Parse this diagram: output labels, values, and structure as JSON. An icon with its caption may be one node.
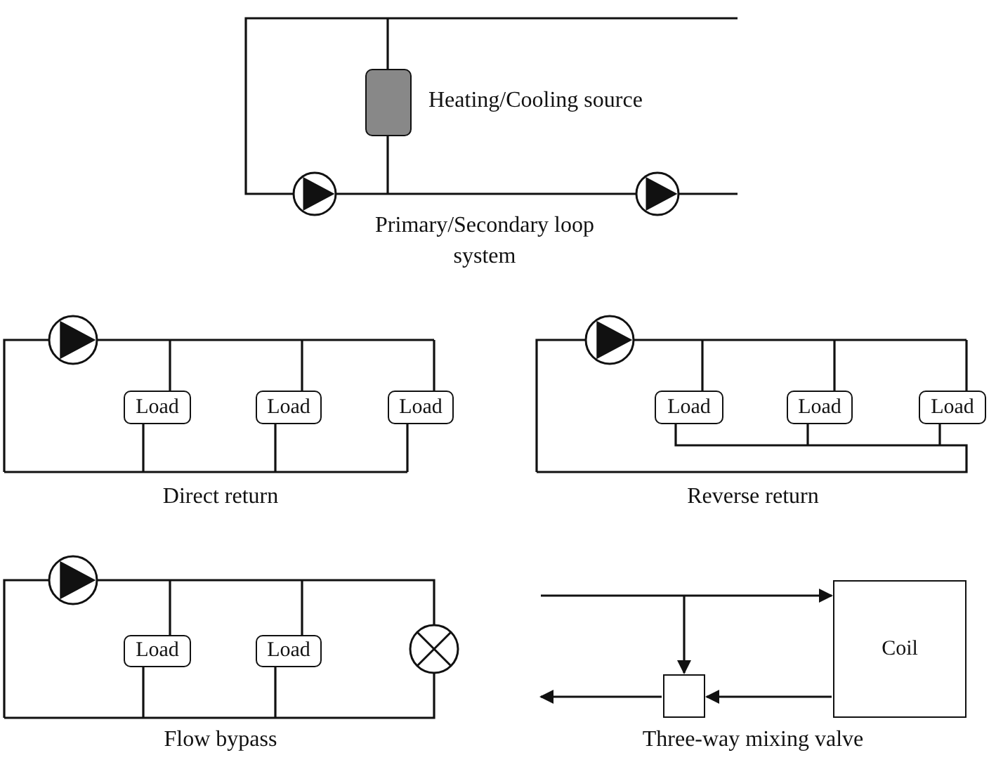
{
  "diagram": {
    "nodes": [
      {
        "text": [],
        "shape": "box",
        "beside": [
          "Heating/Cooling source"
        ]
      },
      {
        "text": [
          "Load"
        ]
      },
      {
        "text": [
          "Load"
        ]
      },
      {
        "text": [
          "Load"
        ]
      },
      {
        "text": [
          "Load"
        ]
      },
      {
        "text": [
          "Load"
        ]
      },
      {
        "text": [
          "Load"
        ]
      },
      {
        "text": [
          "Load"
        ]
      },
      {
        "text": [
          "Load"
        ]
      },
      {
        "text": [
          "Coil"
        ]
      },
      {
        "text": [],
        "shape": "box"
      }
    ],
    "edges": [
      {
        "from": null,
        "to": 9,
        "arrow": "to"
      },
      {
        "from": null,
        "to": 10,
        "arrow": "to"
      },
      {
        "from": 9,
        "to": 10,
        "arrow": "to"
      },
      {
        "from": 10,
        "to": null,
        "arrow": "to"
      }
    ],
    "labels": [
      "Primary/Secondary loop system",
      "Direct return",
      "Reverse return",
      "Flow bypass",
      "Three-way mixing valve"
    ]
  }
}
